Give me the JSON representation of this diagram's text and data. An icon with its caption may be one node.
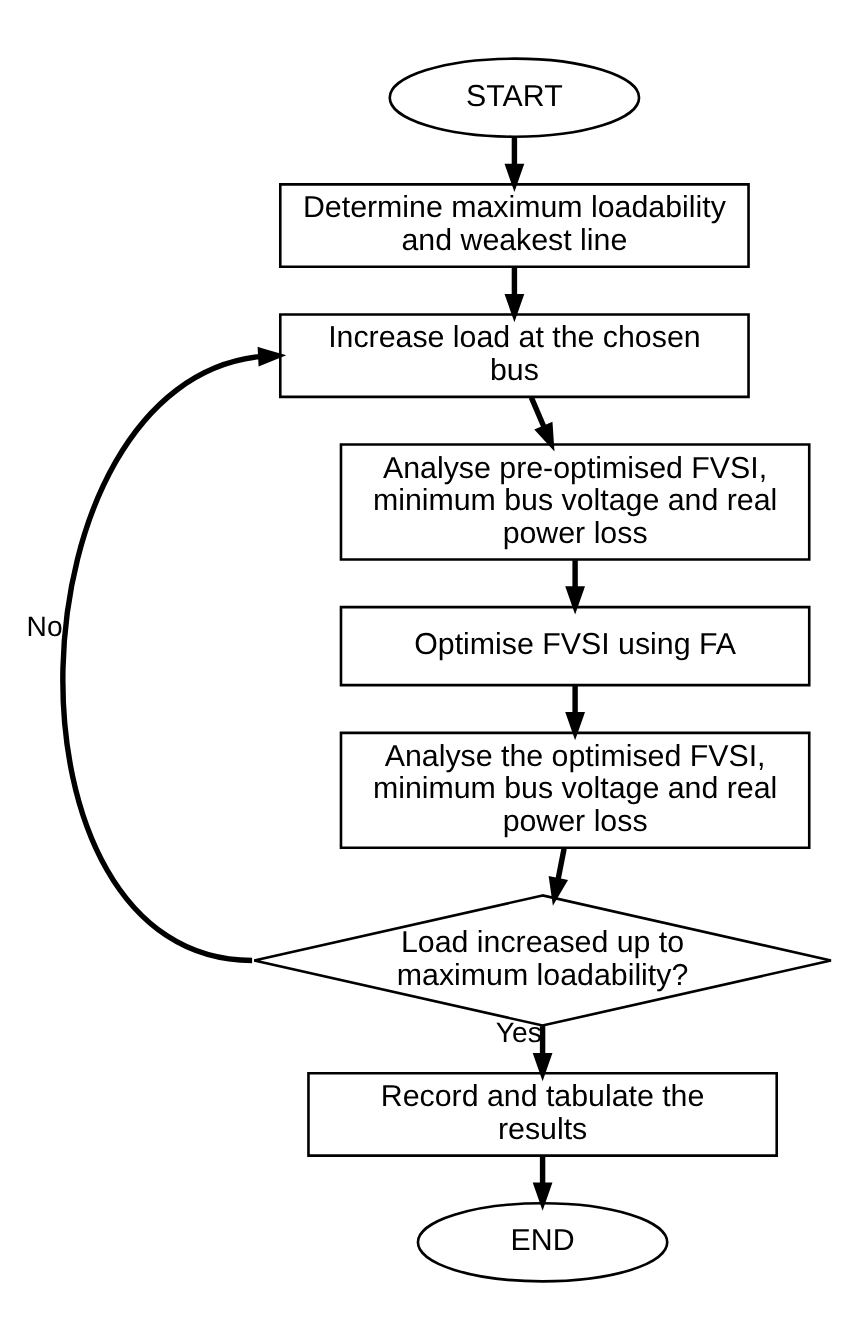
{
  "diagram": {
    "nodes": [
      {
        "text": [
          "START"
        ]
      },
      {
        "text": [
          "Determine maximum loadability and weakest line"
        ]
      },
      {
        "text": [
          "Increase load at the chosen bus"
        ]
      },
      {
        "text": [
          "Analyse pre-optimised FVSI, minimum bus voltage and real power loss"
        ]
      },
      {
        "text": [
          "Optimise FVSI using FA"
        ]
      },
      {
        "text": [
          "Analyse the optimised FVSI, minimum bus voltage and real power loss"
        ]
      },
      {
        "text": [
          "Load increased up to maximum loadability?"
        ]
      },
      {
        "text": [
          "Record and tabulate the results"
        ]
      },
      {
        "text": [
          "END"
        ]
      }
    ],
    "edges": [
      {
        "from": 0,
        "to": 1,
        "arrow": "to"
      },
      {
        "from": 1,
        "to": 2,
        "arrow": "to"
      },
      {
        "from": 2,
        "to": 3,
        "arrow": "to"
      },
      {
        "from": 3,
        "to": 4,
        "arrow": "to"
      },
      {
        "from": 4,
        "to": 5,
        "arrow": "to"
      },
      {
        "from": 5,
        "to": 6,
        "arrow": "to"
      },
      {
        "from": 6,
        "to": 2,
        "label": "No",
        "arrow": "to"
      },
      {
        "from": 6,
        "to": 7,
        "label": "Yes",
        "arrow": "to"
      },
      {
        "from": 7,
        "to": 8,
        "arrow": "to"
      }
    ]
  }
}
